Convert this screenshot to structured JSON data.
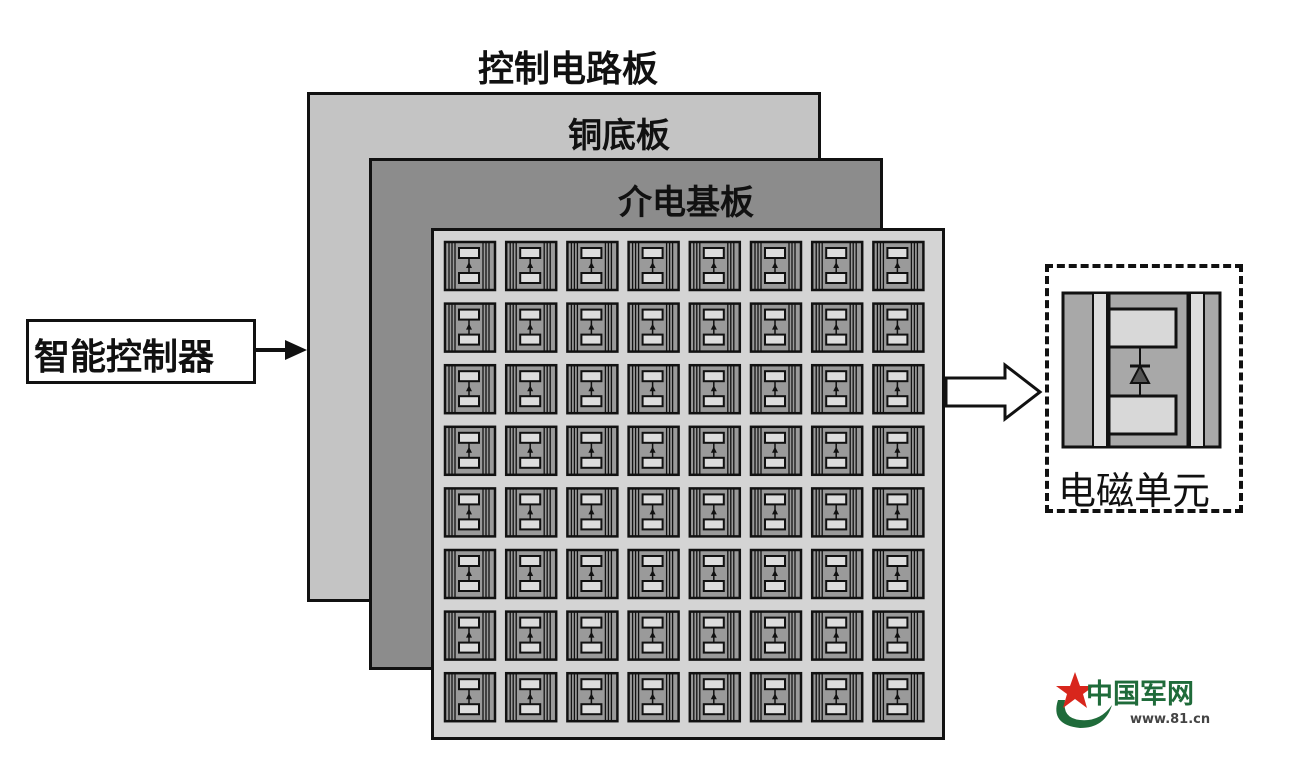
{
  "labels": {
    "control_board": "控制电路板",
    "copper_base": "铜底板",
    "dielectric_substrate": "介电基板",
    "controller": "智能控制器",
    "em_unit": "电磁单元"
  },
  "array": {
    "rows": 8,
    "cols": 8
  },
  "logo": {
    "name": "中国军网",
    "url": "www.81.cn"
  },
  "colors": {
    "control_board": "#c4c4c4",
    "dielectric": "#8c8c8c",
    "array_bg": "#d4d4d4",
    "logo_green": "#1f6b3a",
    "logo_red": "#d8261c"
  }
}
